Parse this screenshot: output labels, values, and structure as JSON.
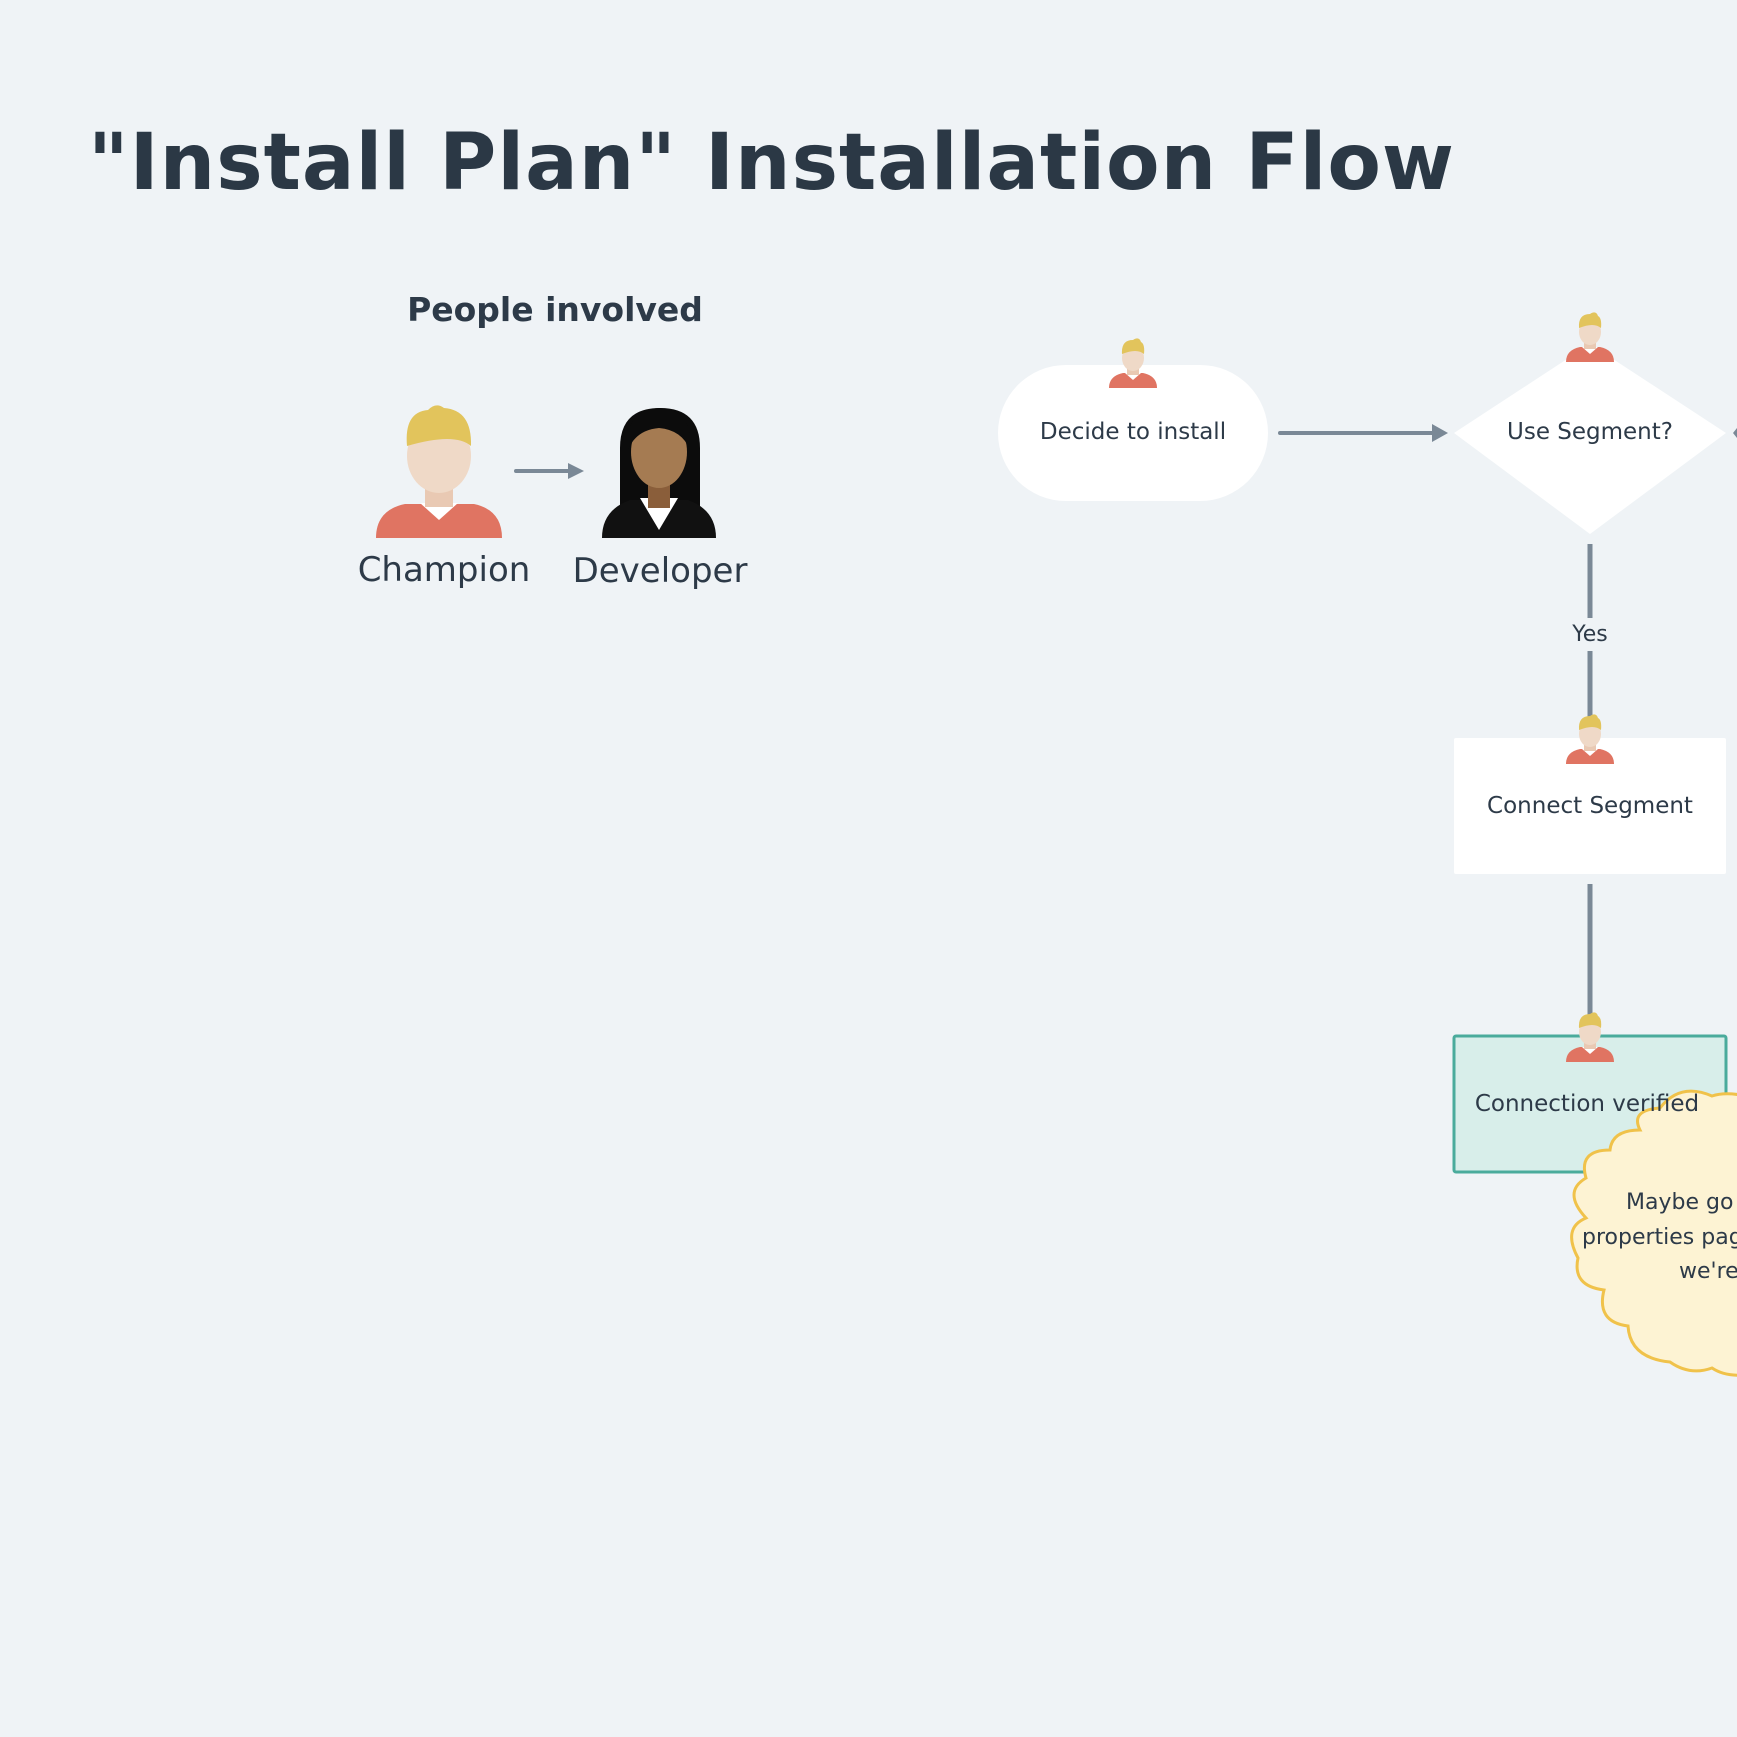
{
  "title": "\"Install Plan\" Installation Flow",
  "people": {
    "heading": "People involved",
    "champion": {
      "label": "Champion",
      "icon": "champion-person-icon"
    },
    "developer": {
      "label": "Developer",
      "icon": "developer-person-icon"
    }
  },
  "nodes": {
    "decide": {
      "label": "Decide to install",
      "shape": "rounded-pill",
      "owner": "Champion"
    },
    "use_segment": {
      "label": "Use Segment?",
      "shape": "diamond",
      "owner": "Champion"
    },
    "connect_segment": {
      "label": "Connect Segment",
      "shape": "rectangle",
      "owner": "Champion"
    },
    "connection_verified": {
      "label": "Connection verified",
      "shape": "rectangle",
      "owner": "Champion",
      "fill": "#d8eeea",
      "stroke": "#4aab9c"
    }
  },
  "edges": {
    "yes_label": "Yes"
  },
  "note": {
    "line1": "Maybe go t",
    "line2": "properties pag",
    "line3": "we're",
    "fill": "#fdf3d3",
    "stroke": "#f0c24a"
  },
  "colors": {
    "background": "#eff3f6",
    "edge": "#7a8896",
    "text": "#2d3a48",
    "hair_blond": "#e2c45c",
    "skin_light": "#efd9c7",
    "shirt": "#e07462"
  }
}
